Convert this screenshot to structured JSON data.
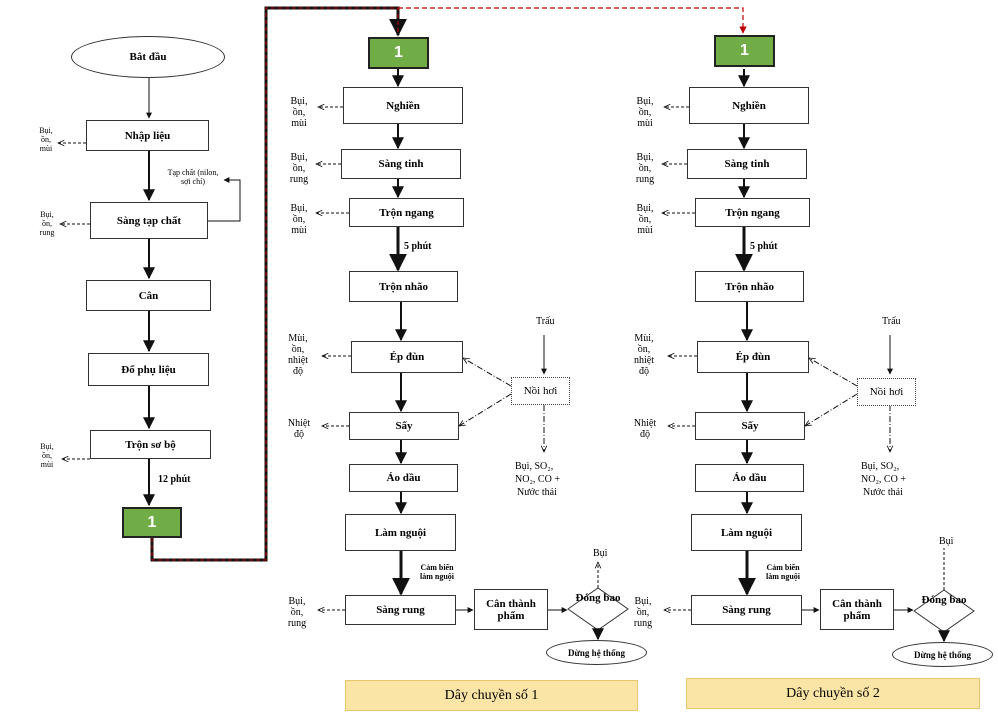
{
  "start": "Bắt đầu",
  "connector": "1",
  "prep": {
    "steps": [
      "Nhập liệu",
      "Sàng tạp chất",
      "Cân",
      "Đổ phụ liệu",
      "Trộn sơ bộ"
    ],
    "impurity": "Tạp chất (nilon, sợi chỉ)",
    "em_input": "Bụi, ồn, mùi",
    "em_screen": "Bụi, ồn, rung",
    "em_premix": "Bụi, ồn, mùi",
    "premix_time": "12 phút"
  },
  "lines": [
    {
      "name": "Dây chuyền số 1",
      "steps": {
        "grind": "Nghiền",
        "sieve": "Sàng tinh",
        "hmix": "Trộn ngang",
        "knead": "Trộn nhão",
        "extrude": "Ép đùn",
        "dry": "Sấy",
        "coat": "Áo dầu",
        "cool": "Làm nguội",
        "vibrate": "Sàng rung",
        "weigh": "Cân thành phẩm",
        "bag": "Đóng bao",
        "stop": "Dừng hệ thống"
      },
      "em": {
        "grind": "Bụi, ồn, mùi",
        "sieve": "Bụi, ồn, rung",
        "hmix": "Bụi, ồn, mùi",
        "extrude": "Mùi, ồn, nhiệt độ",
        "dry": "Nhiệt độ",
        "vibrate": "Bụi, ồn, rung",
        "bag": "Bụi"
      },
      "mix_time": "5 phút",
      "husk": "Trấu",
      "boiler": "Nồi hơi",
      "boiler_out_1": "Bụi, SO₂,",
      "boiler_out_2": "NO₂, CO +",
      "boiler_out_3": "Nước thải",
      "sensor": "Cảm biến làm nguội"
    },
    {
      "name": "Dây chuyền số 2",
      "steps": {
        "grind": "Nghiền",
        "sieve": "Sàng tinh",
        "hmix": "Trộn ngang",
        "knead": "Trộn nhão",
        "extrude": "Ép đùn",
        "dry": "Sấy",
        "coat": "Áo dầu",
        "cool": "Làm nguội",
        "vibrate": "Sàng rung",
        "weigh": "Cân thành phẩm",
        "bag": "Đóng bao",
        "stop": "Dừng hệ thống"
      },
      "em": {
        "grind": "Bụi, ồn, mùi",
        "sieve": "Bụi, ồn, rung",
        "hmix": "Bụi, ồn, mùi",
        "extrude": "Mùi, ồn, nhiệt độ",
        "dry": "Nhiệt độ",
        "vibrate": "Bụi, ồn, rung",
        "bag": "Bụi"
      },
      "mix_time": "5 phút",
      "husk": "Trấu",
      "boiler": "Nồi hơi",
      "boiler_out_1": "Bụi, SO₂,",
      "boiler_out_2": "NO₂, CO +",
      "boiler_out_3": "Nước thải",
      "sensor": "Cảm biến làm nguội"
    }
  ]
}
